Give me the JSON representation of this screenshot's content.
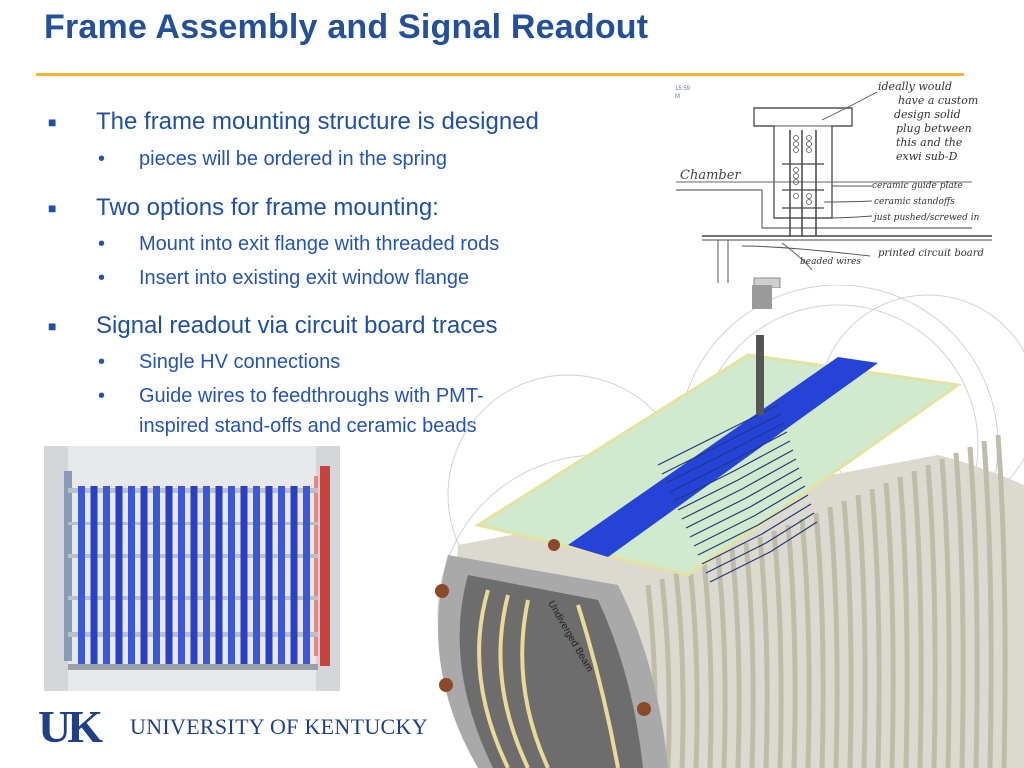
{
  "slide": {
    "title": "Frame Assembly and Signal Readout",
    "accent_color": "#f2b531",
    "title_color": "#24509a"
  },
  "bullets": [
    {
      "text": "The frame mounting structure is designed",
      "subs": [
        "pieces will be ordered in the spring"
      ]
    },
    {
      "text": "Two options for frame mounting:",
      "subs": [
        "Mount into exit flange with threaded rods",
        "Insert into existing exit window flange"
      ]
    },
    {
      "text": "Signal readout via circuit board traces",
      "subs": [
        "Single HV connections",
        "Guide wires to feedthroughs with PMT-",
        " inspired stand-offs and ceramic beads"
      ]
    }
  ],
  "sketch_notes": {
    "top_note": [
      "ideally would",
      "have a custom",
      "design solid",
      "plug between",
      "this and the",
      "exwi sub-D"
    ],
    "chamber": "Chamber",
    "labels": [
      "ceramic guide plate",
      "ceramic standoffs",
      "just pushed/screwed in",
      "printed circuit board",
      "beaded wires"
    ],
    "corner_mark": "15:59"
  },
  "cad_label": "Undiverged Beam",
  "logo": {
    "mark": "UK",
    "name": "UNIVERSITY OF KENTUCKY",
    "color": "#1f3f88"
  }
}
